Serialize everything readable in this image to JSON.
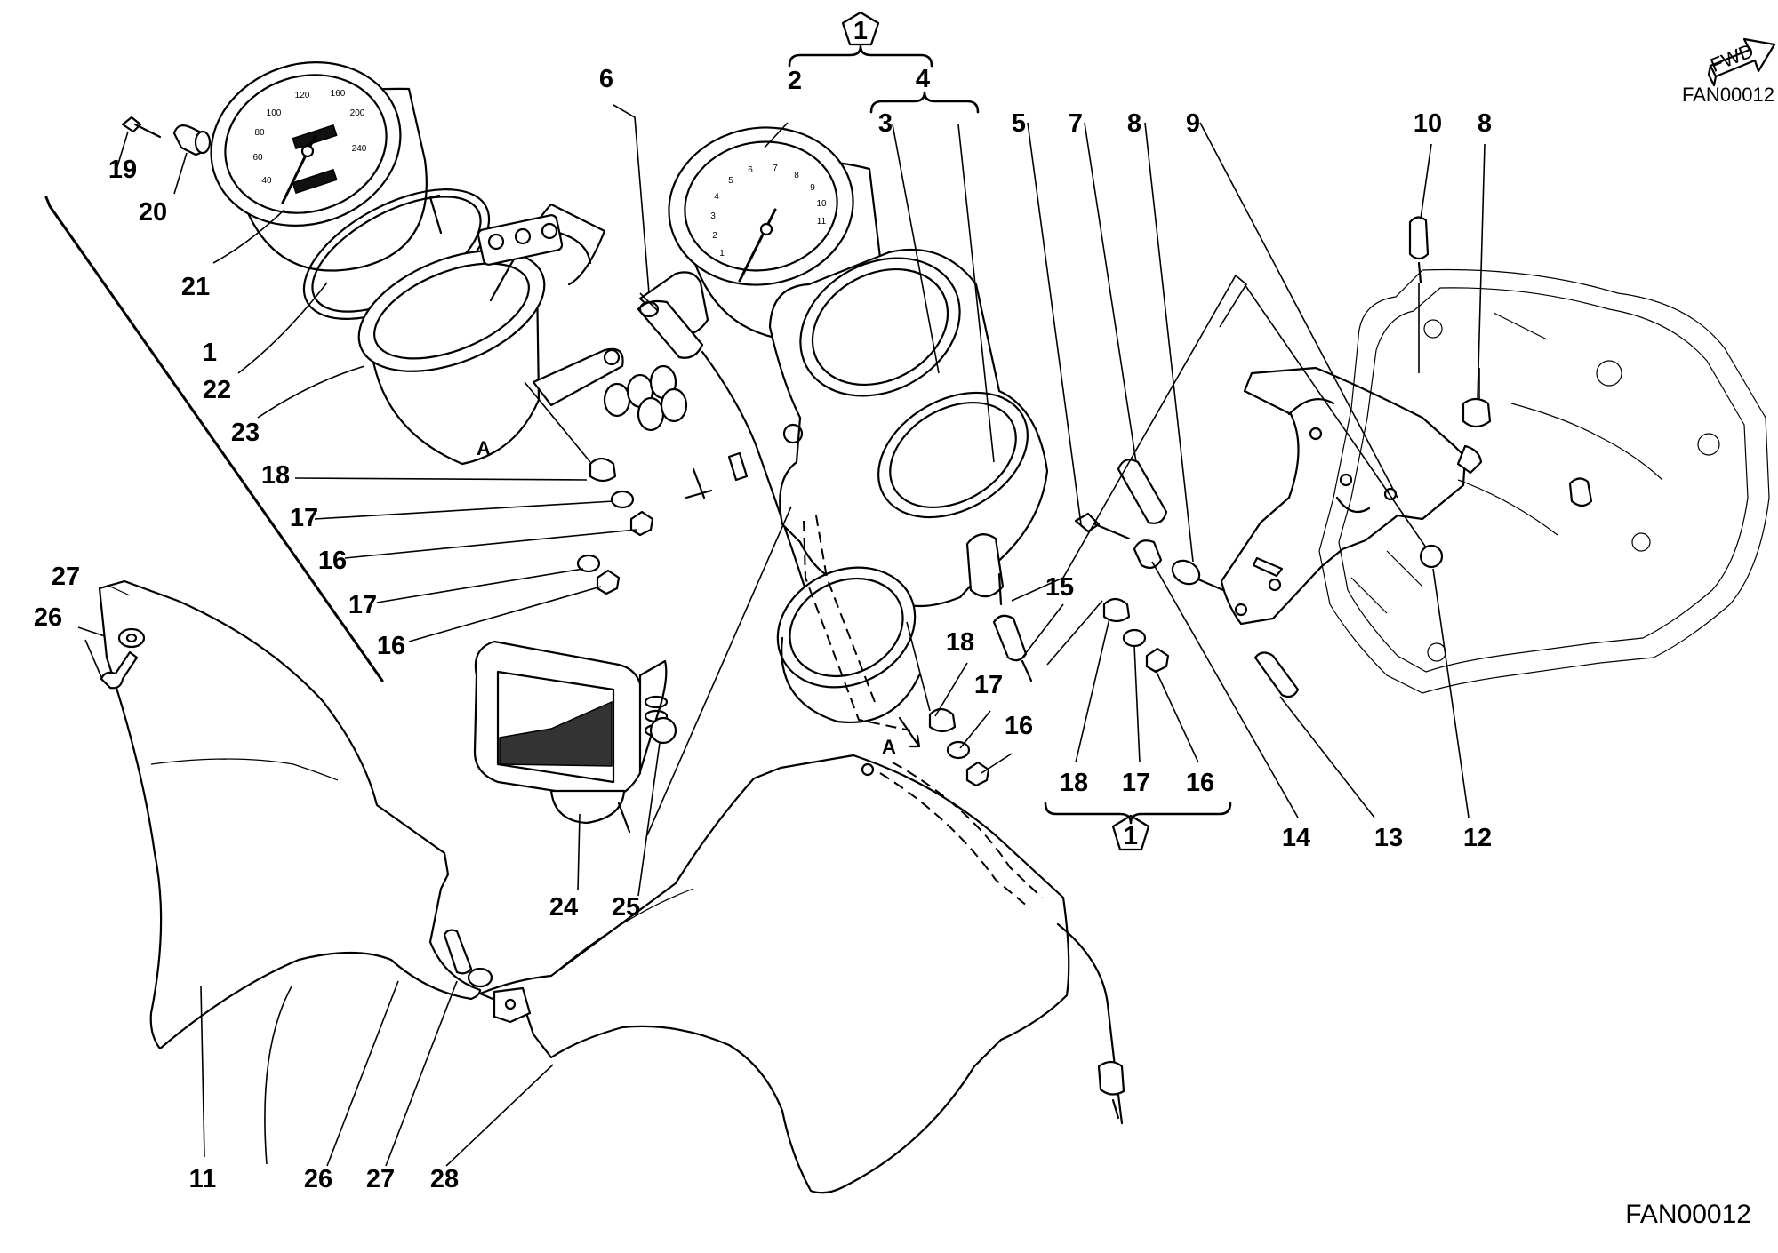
{
  "diagram": {
    "code_top": "FAN00012",
    "code_bottom": "FAN00012",
    "direction_badge": "FWD",
    "kit_symbol": "1",
    "section_A": "A",
    "labels": [
      {
        "id": "l1top",
        "text": "1"
      },
      {
        "id": "l1side",
        "text": "1"
      },
      {
        "id": "l1bottom",
        "text": "1"
      },
      {
        "id": "l2",
        "text": "2"
      },
      {
        "id": "l3",
        "text": "3"
      },
      {
        "id": "l4",
        "text": "4"
      },
      {
        "id": "l5",
        "text": "5"
      },
      {
        "id": "l6",
        "text": "6"
      },
      {
        "id": "l7",
        "text": "7"
      },
      {
        "id": "l8a",
        "text": "8"
      },
      {
        "id": "l8b",
        "text": "8"
      },
      {
        "id": "l9",
        "text": "9"
      },
      {
        "id": "l10",
        "text": "10"
      },
      {
        "id": "l11",
        "text": "11"
      },
      {
        "id": "l12",
        "text": "12"
      },
      {
        "id": "l13",
        "text": "13"
      },
      {
        "id": "l14",
        "text": "14"
      },
      {
        "id": "l15",
        "text": "15"
      },
      {
        "id": "l16a",
        "text": "16"
      },
      {
        "id": "l16b",
        "text": "16"
      },
      {
        "id": "l16c",
        "text": "16"
      },
      {
        "id": "l16d",
        "text": "16"
      },
      {
        "id": "l17a",
        "text": "17"
      },
      {
        "id": "l17b",
        "text": "17"
      },
      {
        "id": "l17c",
        "text": "17"
      },
      {
        "id": "l17d",
        "text": "17"
      },
      {
        "id": "l18a",
        "text": "18"
      },
      {
        "id": "l18b",
        "text": "18"
      },
      {
        "id": "l18c",
        "text": "18"
      },
      {
        "id": "l19",
        "text": "19"
      },
      {
        "id": "l20",
        "text": "20"
      },
      {
        "id": "l21",
        "text": "21"
      },
      {
        "id": "l22",
        "text": "22"
      },
      {
        "id": "l23",
        "text": "23"
      },
      {
        "id": "l24",
        "text": "24"
      },
      {
        "id": "l25",
        "text": "25"
      },
      {
        "id": "l26a",
        "text": "26"
      },
      {
        "id": "l26b",
        "text": "26"
      },
      {
        "id": "l27a",
        "text": "27"
      },
      {
        "id": "l27b",
        "text": "27"
      },
      {
        "id": "l28",
        "text": "28"
      }
    ]
  }
}
